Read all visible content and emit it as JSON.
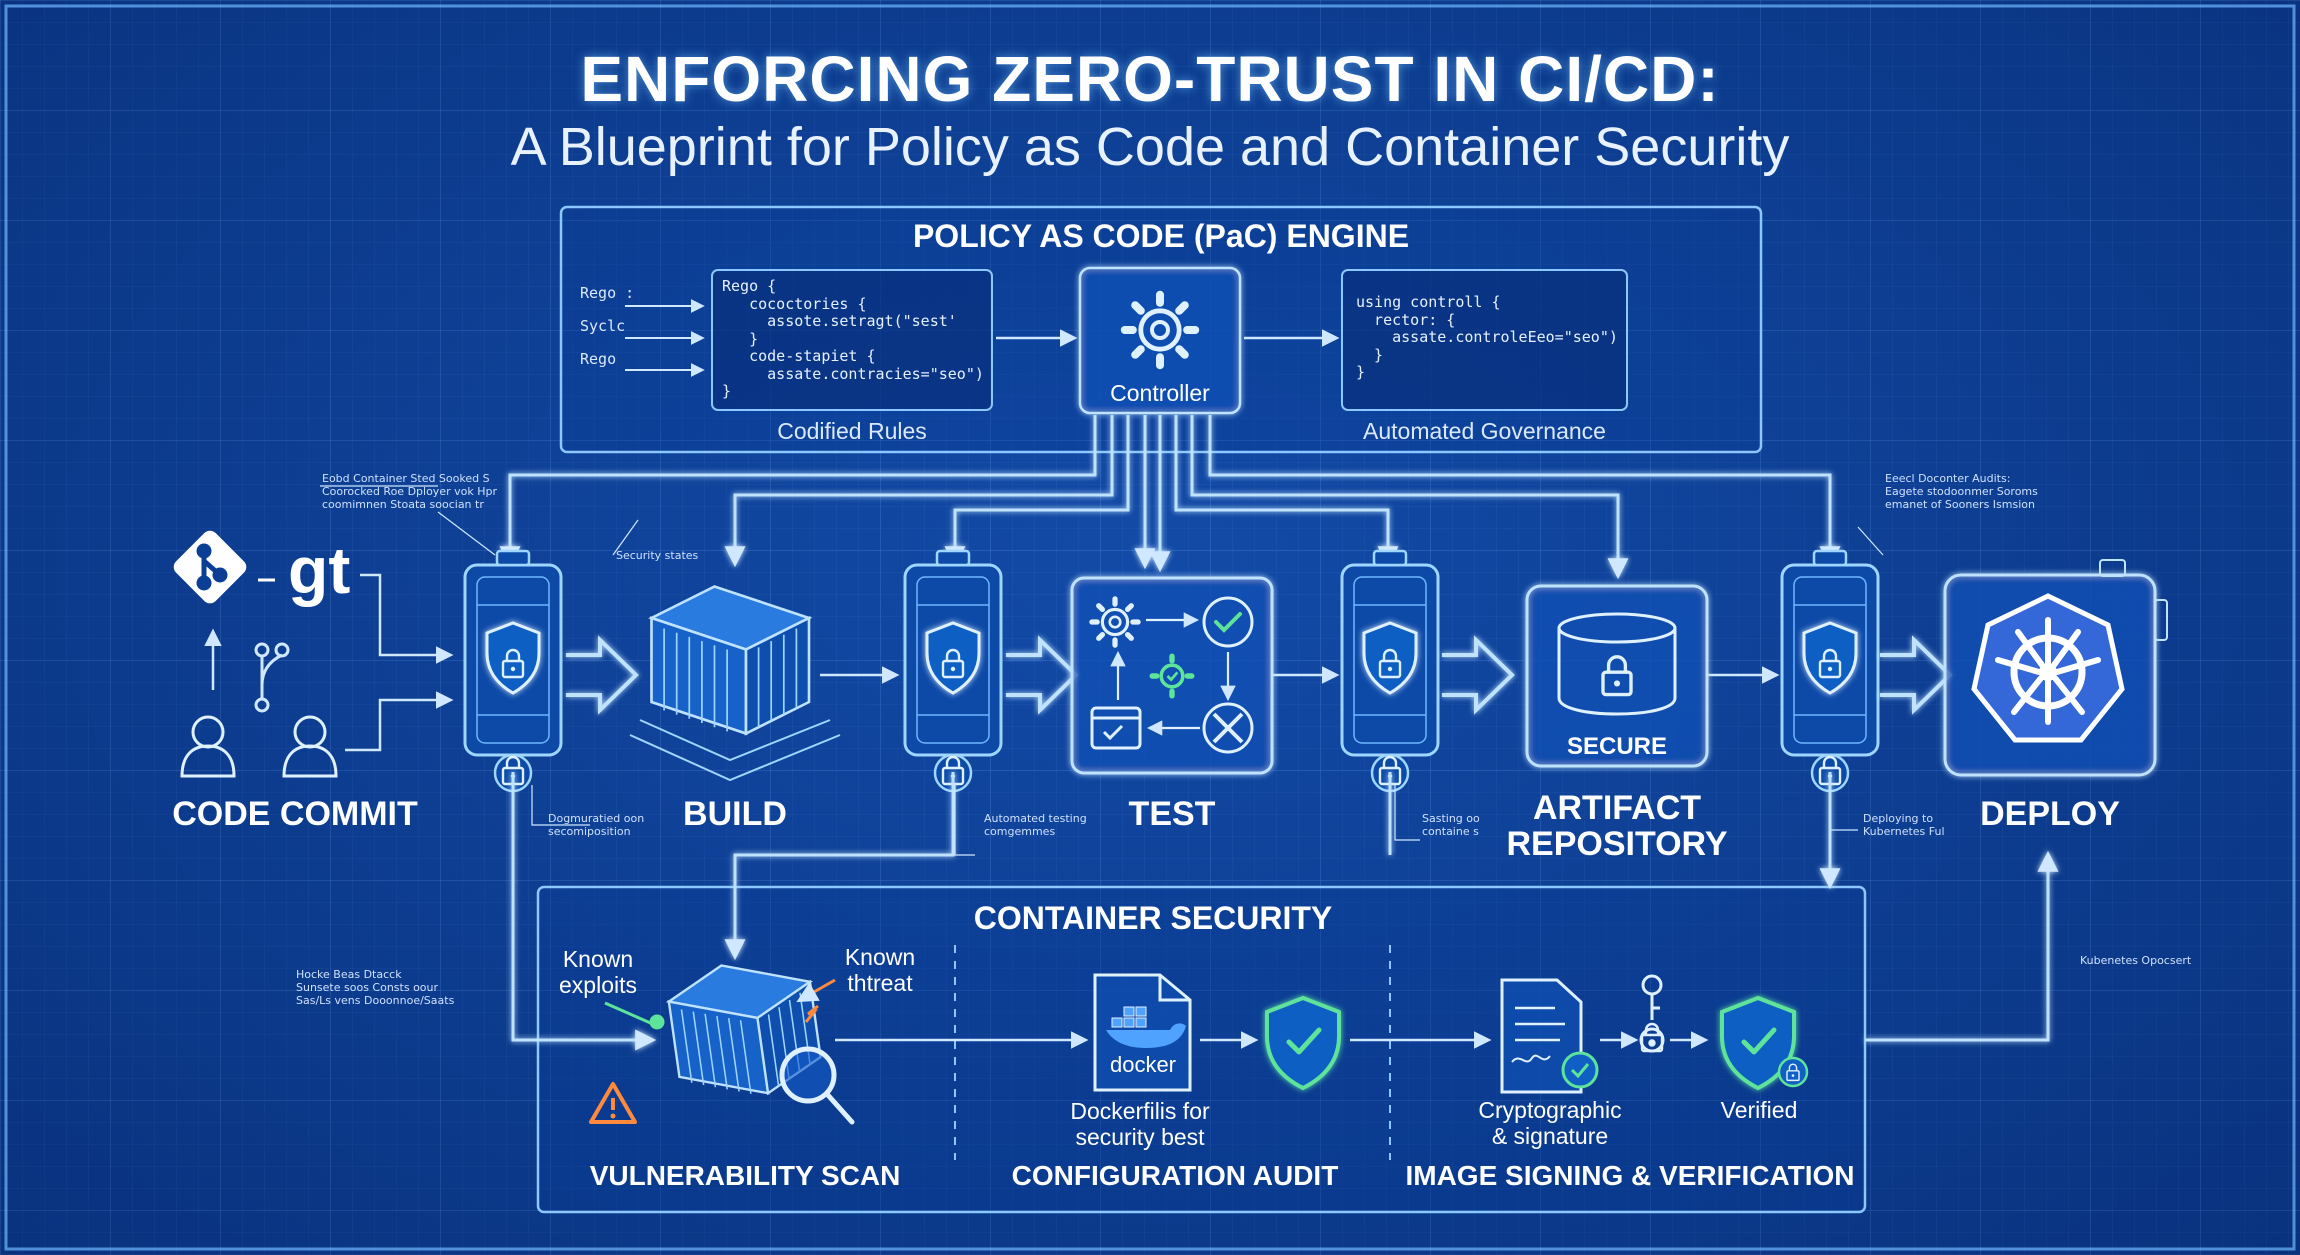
{
  "title": "ENFORCING ZERO-TRUST IN CI/CD:",
  "subtitle": "A Blueprint for Policy as Code and Container Security",
  "pac": {
    "title": "POLICY AS CODE (PaC) ENGINE",
    "inputs": [
      "Rego :",
      "Syclc",
      "Rego"
    ],
    "rules_code": "Rego {\n   cococtories {\n     assote.setragt(\"sest'\n   }\n   code-stapiet {\n     assate.contracies=\"seo\")\n}",
    "rules_caption": "Codified Rules",
    "controller_label": "Controller",
    "governance_code": "using controll {\n  rector: {\n    assate.controleEeo=\"seo\")\n  }\n}",
    "governance_caption": "Automated Governance"
  },
  "pipeline": {
    "git_text": "gt",
    "stages": {
      "commit": "CODE COMMIT",
      "build": "BUILD",
      "test": "TEST",
      "artifact": "ARTIFACT\nREPOSITORY",
      "deploy": "DEPLOY"
    },
    "secure_label": "SECURE",
    "docker_label": "docker"
  },
  "notes": {
    "commit_top": "Eobd Container Sted Sooked S\nCoorocked Roe Dployer vok Hpr\ncoomimnen Stoata soocian tr",
    "commit_bottom": "Dogmuratied oon\nsecomiposition",
    "build_top": "Security states",
    "test_bottom": "Automated testing\ncomgemmes",
    "artifact_bottom": "Sasting oo\ncontaine s",
    "deploy_top": "Eeecl Doconter Audits:\nEagete stodoonmer Soroms\nemanet of Sooners Ismsion",
    "deploy_bottom": "Deploying to\nKubernetes Ful",
    "left_mid": "Hocke Beas Dtacck\nSunsete soos Consts oour\nSas/Ls vens Dooonnoe/Saats",
    "right_mid": "Kubenetes Opocsert"
  },
  "container_security": {
    "title": "CONTAINER SECURITY",
    "known_exploits": "Known\nexploits",
    "known_threat": "Known\nthtreat",
    "dockerfile_caption": "Dockerfilis for\nsecurity best",
    "crypto_caption": "Cryptographic\n& signature",
    "verified_caption": "Verified",
    "sections": [
      "VULNERABILITY SCAN",
      "CONFIGURATION AUDIT",
      "IMAGE SIGNING & VERIFICATION"
    ]
  }
}
